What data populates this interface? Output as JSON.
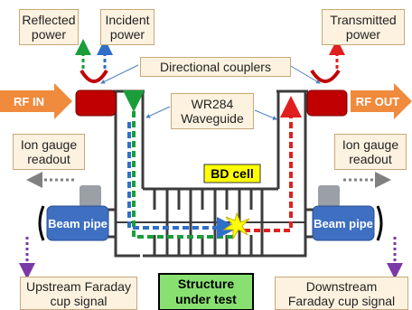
{
  "labels": {
    "reflected_power": [
      "Reflected",
      "power"
    ],
    "incident_power": [
      "Incident",
      "power"
    ],
    "transmitted_power": [
      "Transmitted",
      "power"
    ],
    "directional_couplers": "Directional couplers",
    "waveguide": [
      "WR284",
      "Waveguide"
    ],
    "ion_gauge_left": [
      "Ion gauge",
      "readout"
    ],
    "ion_gauge_right": [
      "Ion gauge",
      "readout"
    ],
    "upstream_faraday": [
      "Upstream Faraday",
      "cup signal"
    ],
    "downstream_faraday": [
      "Downstream",
      "Faraday cup signal"
    ]
  },
  "arrows": {
    "rf_in": "RF IN",
    "rf_out": "RF OUT"
  },
  "bd_cell": "BD cell",
  "beam_pipe_left": "Beam pipe",
  "beam_pipe_right": "Beam pipe",
  "structure": [
    "Structure",
    "under test"
  ],
  "colors": {
    "rf_arrow": "#f08a3c",
    "coupler": "#c00000",
    "beam_pipe": "#3e6fc1",
    "green_path": "#1a9e3a",
    "blue_path": "#2f6fc8",
    "red_path": "#e02020",
    "purple_arrow": "#7a3aa8",
    "label_bg": "#fdf2e0",
    "bd_cell_bg": "#ffff00",
    "structure_bg": "#88e070"
  }
}
